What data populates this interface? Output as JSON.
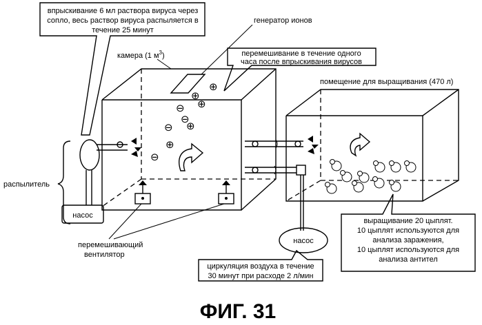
{
  "labels": {
    "injection": [
      "впрыскивание 6 мл раствора вируса через",
      "сопло, весь раствор вируса распыляется в",
      "течение 25 минут"
    ],
    "ion_generator": "генератор ионов",
    "chamber_prefix": "камера (1 м",
    "chamber_sup": "3",
    "chamber_suffix": ")",
    "mixing": [
      "перемешивание в течение одного",
      "часа после впрыскивания вирусов"
    ],
    "rearing_room": "помещение для выращивания (470 л)",
    "sprayer": "распылитель",
    "pump_left": "насос",
    "pump_right": "насос",
    "fan": [
      "перемешивающий",
      "вентилятор"
    ],
    "circulation": [
      "циркуляция воздуха в течение",
      "30 минут при расходе 2 л/мин"
    ],
    "chickens": [
      "выращивание 20 цыплят.",
      "10 цыплят используются для",
      "анализа заражения,",
      "10 цыплят используются для",
      "анализа антител"
    ],
    "figure_caption": "ФИГ. 31"
  },
  "ion_symbols": {
    "plus": "⊕",
    "minus": "⊖"
  }
}
